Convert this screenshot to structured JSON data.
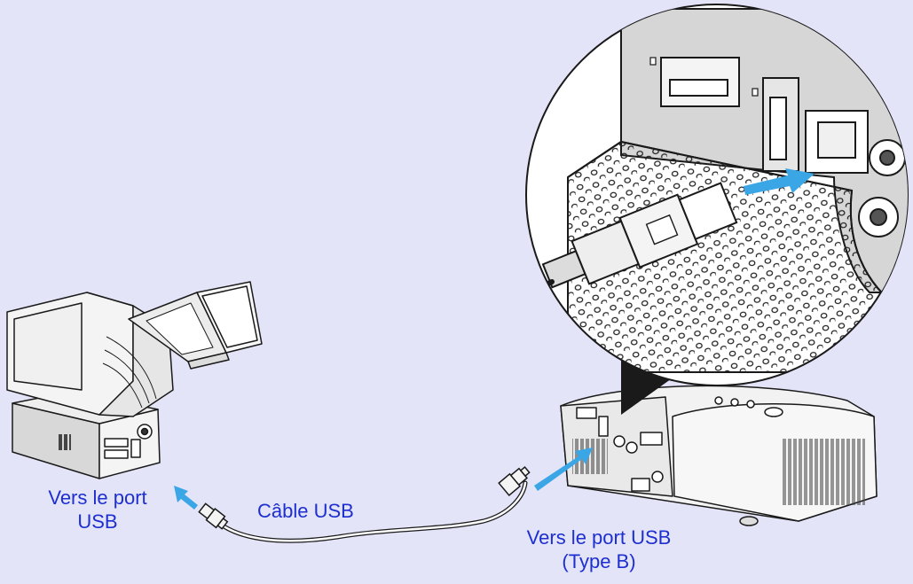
{
  "labels": {
    "computer_port_line1": "Vers le port",
    "computer_port_line2": "USB",
    "cable": "Câble USB",
    "projector_port_line1": "Vers le port USB",
    "projector_port_line2": "(Type B)"
  },
  "colors": {
    "background": "#e3e4f7",
    "label_text": "#1d2fd0",
    "arrow": "#3aa6e6",
    "outline": "#1a1a1a",
    "panel_grey": "#d6d6d6"
  },
  "icons": {
    "computer_arrow": "arrow-up-left-icon",
    "projector_arrow": "arrow-up-right-icon",
    "zoom_arrow": "arrow-right-icon"
  }
}
